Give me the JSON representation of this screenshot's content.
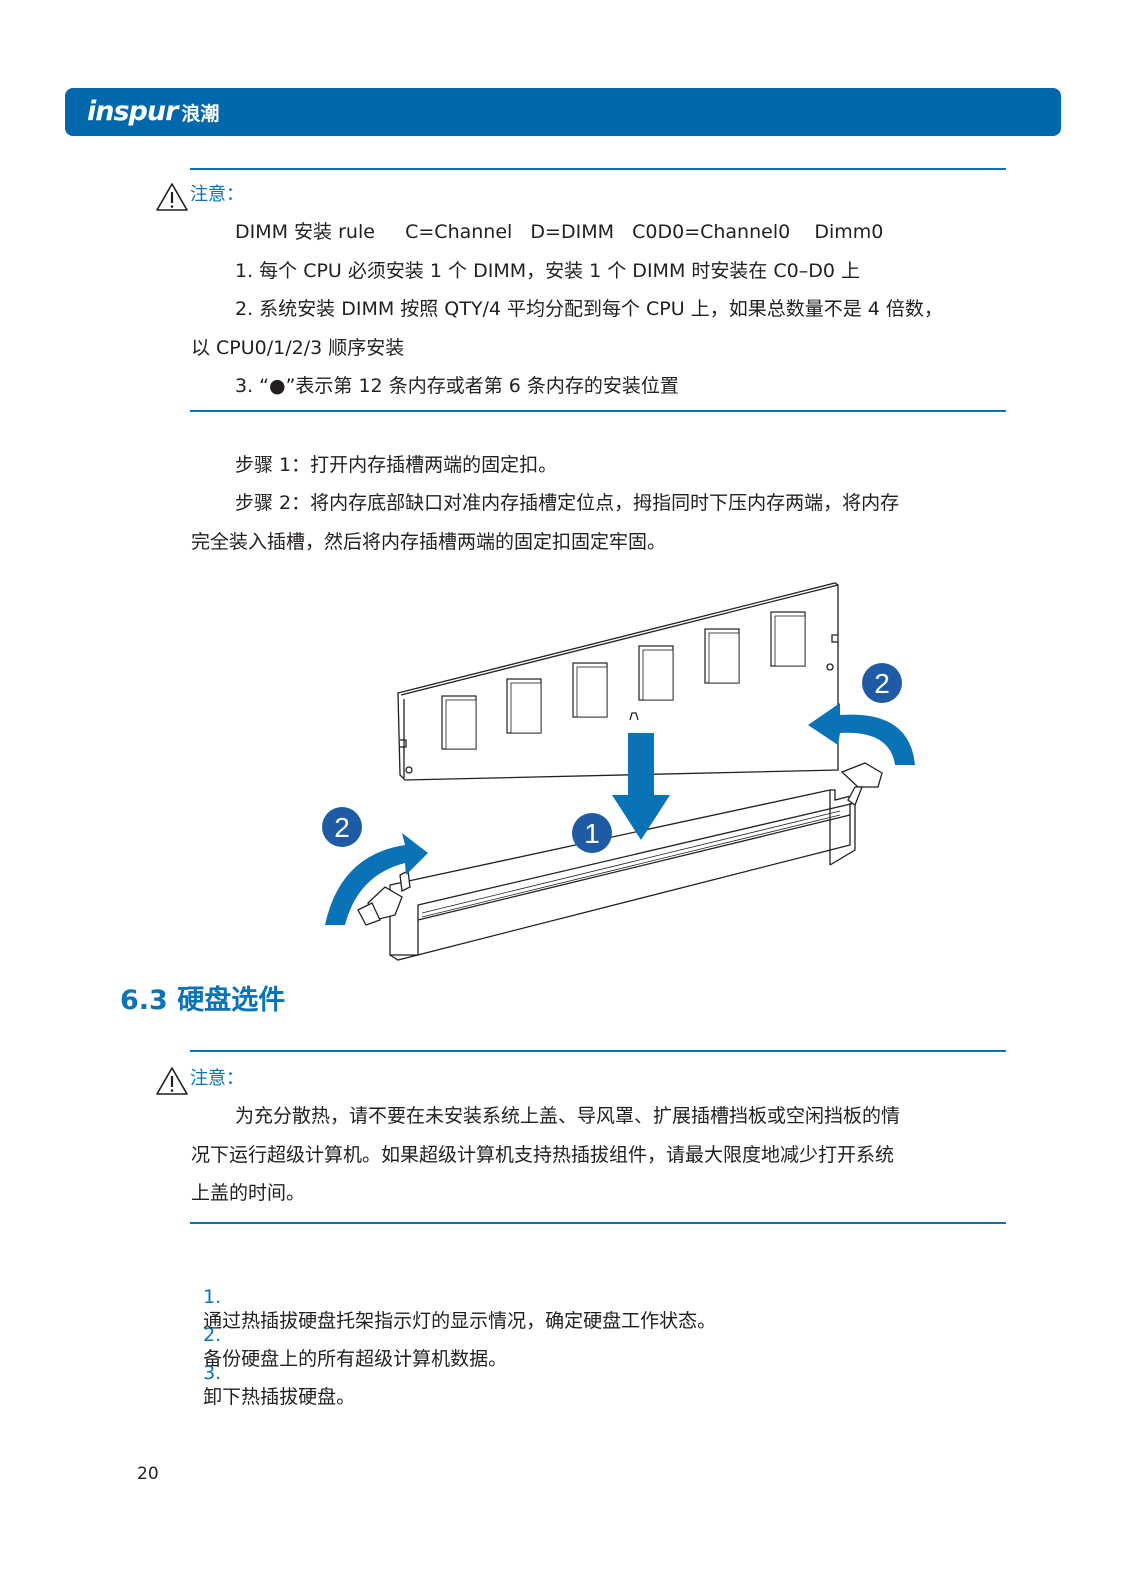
{
  "header": {
    "logo_en": "inspur",
    "logo_cn": "浪潮",
    "bar_color": "#0068ab"
  },
  "notice1": {
    "icon": "warning-triangle-icon",
    "label": "注意：",
    "lines": [
      "DIMM 安装 rule     C=Channel   D=DIMM   C0D0=Channel0    Dimm0",
      "1. 每个 CPU 必须安装 1 个 DIMM，安装 1 个 DIMM 时安装在 C0–D0 上",
      "2. 系统安装 DIMM 按照 QTY/4 平均分配到每个 CPU 上，如果总数量不是 4 倍数，",
      "以 CPU0/1/2/3 顺序安装",
      "3. “●”表示第 12 条内存或者第 6 条内存的安装位置"
    ]
  },
  "steps": [
    "步骤 1：打开内存插槽两端的固定扣。",
    "步骤 2：将内存底部缺口对准内存插槽定位点，拇指同时下压内存两端，将内存",
    "完全装入插槽，然后将内存插槽两端的固定扣固定牢固。"
  ],
  "figure": {
    "description": "DIMM module insertion into memory slot",
    "callouts": [
      "1",
      "2",
      "2"
    ],
    "accent_color": "#0a72b7"
  },
  "section": {
    "title": "6.3 硬盘选件"
  },
  "notice2": {
    "icon": "warning-triangle-icon",
    "label": "注意：",
    "lines": [
      "为充分散热，请不要在未安装系统上盖、导风罩、扩展插槽挡板或空闲挡板的情",
      "况下运行超级计算机。如果超级计算机支持热插拔组件，请最大限度地减少打开系统",
      "上盖的时间。"
    ]
  },
  "procedure": [
    {
      "num": "1.",
      "text": "通过热插拔硬盘托架指示灯的显示情况，确定硬盘工作状态。"
    },
    {
      "num": "2.",
      "text": "备份硬盘上的所有超级计算机数据。"
    },
    {
      "num": "3.",
      "text": "卸下热插拔硬盘。"
    }
  ],
  "footer": {
    "page_number": "20"
  }
}
